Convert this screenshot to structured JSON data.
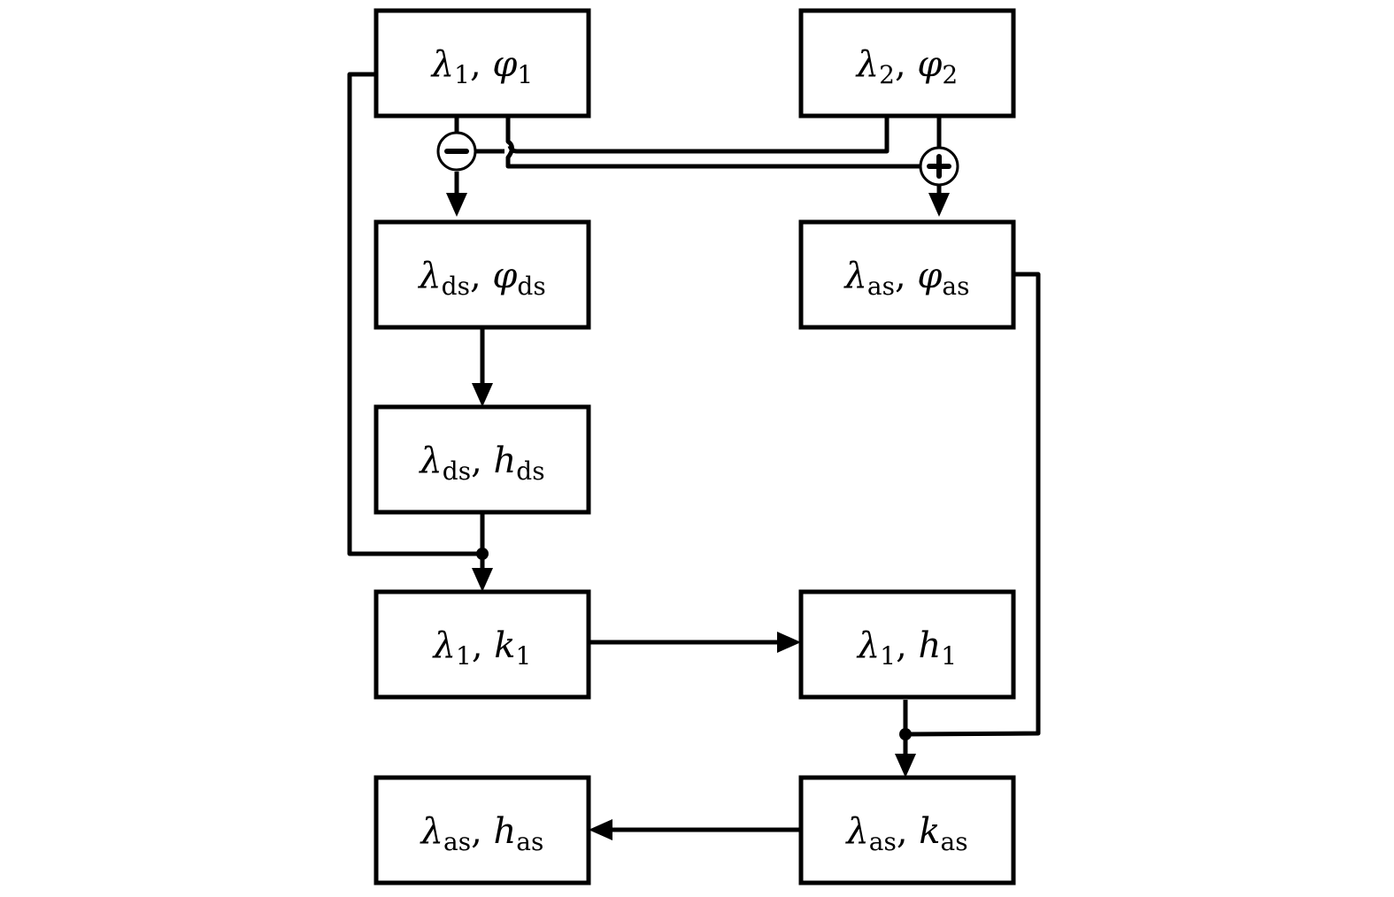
{
  "diagram": {
    "nodes": [
      {
        "id": "n1",
        "symbol": "λ",
        "sub1": "1",
        "sep": ", ",
        "var": "φ",
        "sub2": "1"
      },
      {
        "id": "n2",
        "symbol": "λ",
        "sub1": "2",
        "sep": ", ",
        "var": "φ",
        "sub2": "2"
      },
      {
        "id": "nds_phi",
        "symbol": "λ",
        "sub1": "ds",
        "sep": ", ",
        "var": "φ",
        "sub2": "ds"
      },
      {
        "id": "nas_phi",
        "symbol": "λ",
        "sub1": "as",
        "sep": ", ",
        "var": "φ",
        "sub2": "as"
      },
      {
        "id": "nds_h",
        "symbol": "λ",
        "sub1": "ds",
        "sep": ", ",
        "var": "h",
        "sub2": "ds"
      },
      {
        "id": "n1_k",
        "symbol": "λ",
        "sub1": "1",
        "sep": ", ",
        "var": "k",
        "sub2": "1"
      },
      {
        "id": "n1_h",
        "symbol": "λ",
        "sub1": "1",
        "sep": ", ",
        "var": "h",
        "sub2": "1"
      },
      {
        "id": "nas_h",
        "symbol": "λ",
        "sub1": "as",
        "sep": ", ",
        "var": "h",
        "sub2": "as"
      },
      {
        "id": "nas_k",
        "symbol": "λ",
        "sub1": "as",
        "sep": ", ",
        "var": "k",
        "sub2": "as"
      }
    ],
    "operators": [
      {
        "id": "minus",
        "type": "subtract"
      },
      {
        "id": "plus",
        "type": "add"
      }
    ],
    "edges": [
      {
        "from": "n1",
        "to": "minus"
      },
      {
        "from": "n2",
        "to": "minus"
      },
      {
        "from": "minus",
        "to": "nds_phi"
      },
      {
        "from": "n1",
        "to": "plus"
      },
      {
        "from": "n2",
        "to": "plus"
      },
      {
        "from": "plus",
        "to": "nas_phi"
      },
      {
        "from": "nds_phi",
        "to": "nds_h"
      },
      {
        "from": "nds_h",
        "to": "n1_k"
      },
      {
        "from": "n1",
        "to": "n1_k"
      },
      {
        "from": "n1_k",
        "to": "n1_h"
      },
      {
        "from": "n1_h",
        "to": "nas_k"
      },
      {
        "from": "nas_phi",
        "to": "nas_k"
      },
      {
        "from": "nas_k",
        "to": "nas_h"
      }
    ]
  }
}
